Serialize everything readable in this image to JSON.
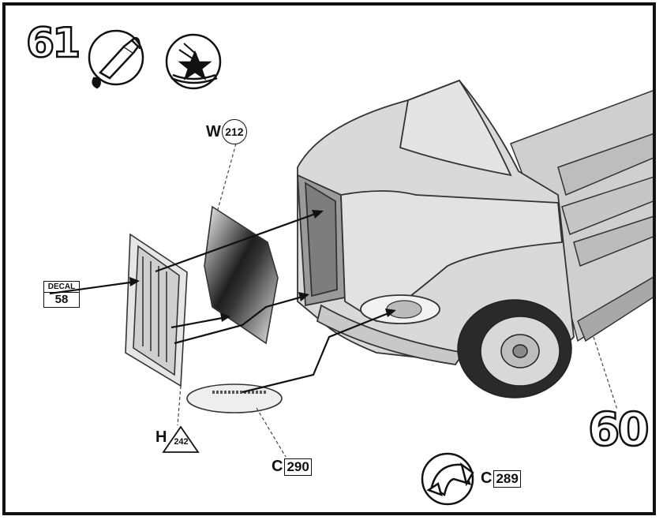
{
  "step": {
    "number": "61",
    "next_step": "60"
  },
  "icons": {
    "glue": "glue-tube-icon",
    "decal_water": "decal-water-icon",
    "rotate": "rotate-arrow-icon"
  },
  "parts": {
    "w": {
      "letter": "W",
      "number": "212"
    },
    "h": {
      "letter": "H",
      "number": "242"
    },
    "c_lens": {
      "letter": "C",
      "number": "290"
    },
    "c_rotate": {
      "letter": "C",
      "number": "289"
    }
  },
  "decal": {
    "label": "DECAL",
    "number": "58"
  }
}
